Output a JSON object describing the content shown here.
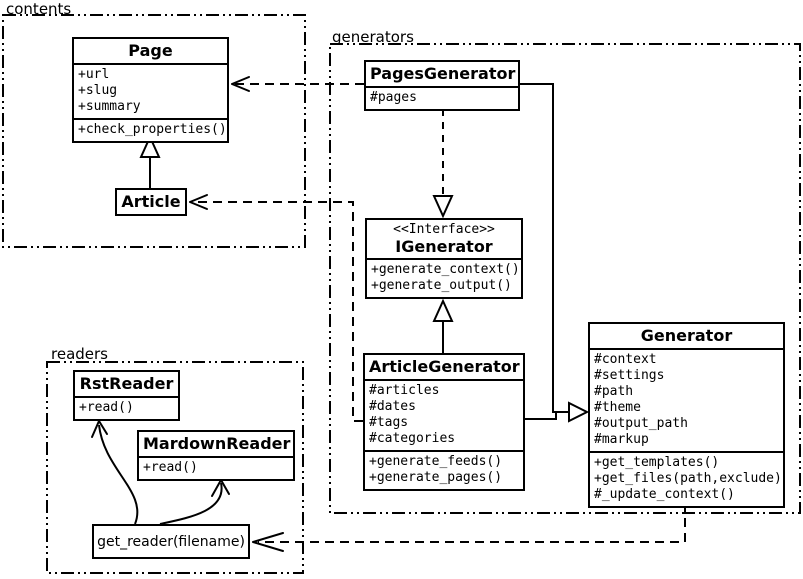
{
  "packages": {
    "contents": {
      "label": "contents"
    },
    "generators": {
      "label": "generators"
    },
    "readers": {
      "label": "readers"
    }
  },
  "classes": {
    "page": {
      "name": "Page",
      "attributes": [
        "+url",
        "+slug",
        "+summary"
      ],
      "methods": [
        "+check_properties()"
      ]
    },
    "article": {
      "name": "Article"
    },
    "pages_generator": {
      "name": "PagesGenerator",
      "attributes": [
        "#pages"
      ]
    },
    "igenerator": {
      "stereotype": "<<Interface>>",
      "name": "IGenerator",
      "methods": [
        "+generate_context()",
        "+generate_output()"
      ]
    },
    "article_generator": {
      "name": "ArticleGenerator",
      "attributes": [
        "#articles",
        "#dates",
        "#tags",
        "#categories"
      ],
      "methods": [
        "+generate_feeds()",
        "+generate_pages()"
      ]
    },
    "generator": {
      "name": "Generator",
      "attributes": [
        "#context",
        "#settings",
        "#path",
        "#theme",
        "#output_path",
        "#markup"
      ],
      "methods": [
        "+get_templates()",
        "+get_files(path,exclude)",
        "#_update_context()"
      ]
    },
    "rst_reader": {
      "name": "RstReader",
      "methods": [
        "+read()"
      ]
    },
    "markdown_reader": {
      "name": "MardownReader",
      "methods": [
        "+read()"
      ]
    },
    "get_reader": {
      "label": "get_reader(filename)"
    }
  },
  "relations": {
    "article_extends_page": "generalization",
    "pages_generator_implements_igenerator": "dashed realization",
    "article_generator_extends_igenerator": "generalization",
    "pages_generator_extends_generator": "generalization",
    "article_generator_extends_generator": "generalization",
    "pages_generator_uses_page": "dashed dependency",
    "article_generator_uses_article": "dashed dependency",
    "generator_uses_get_reader": "dashed dependency",
    "get_reader_to_rst_reader": "arrow",
    "get_reader_to_markdown_reader": "arrow"
  },
  "colors": {
    "line": "#000000",
    "background": "#ffffff"
  }
}
